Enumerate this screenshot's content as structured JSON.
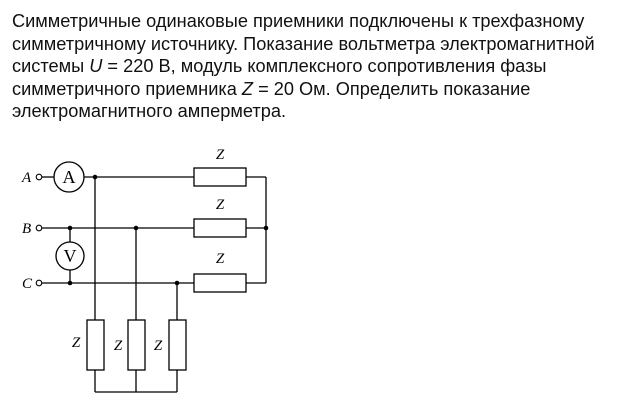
{
  "problem": {
    "line1": "Симметричные одинаковые приемники подключены к трехфазному",
    "line2": "симметричному источнику. Показание вольтметра электромагнитной",
    "line3_a": "системы ",
    "line3_var": "U",
    "line3_b": " = 220 В, модуль комплексного сопротивления фазы",
    "line4_a": "симметричного приемника ",
    "line4_var": "Z",
    "line4_b": " = 20 Ом. Определить показание",
    "line5": "электромагнитного амперметра."
  },
  "circuit": {
    "terminals": {
      "a": "A",
      "b": "B",
      "c": "C"
    },
    "ammeter_symbol": "A",
    "voltmeter_symbol": "V",
    "impedance_label": "Z"
  }
}
